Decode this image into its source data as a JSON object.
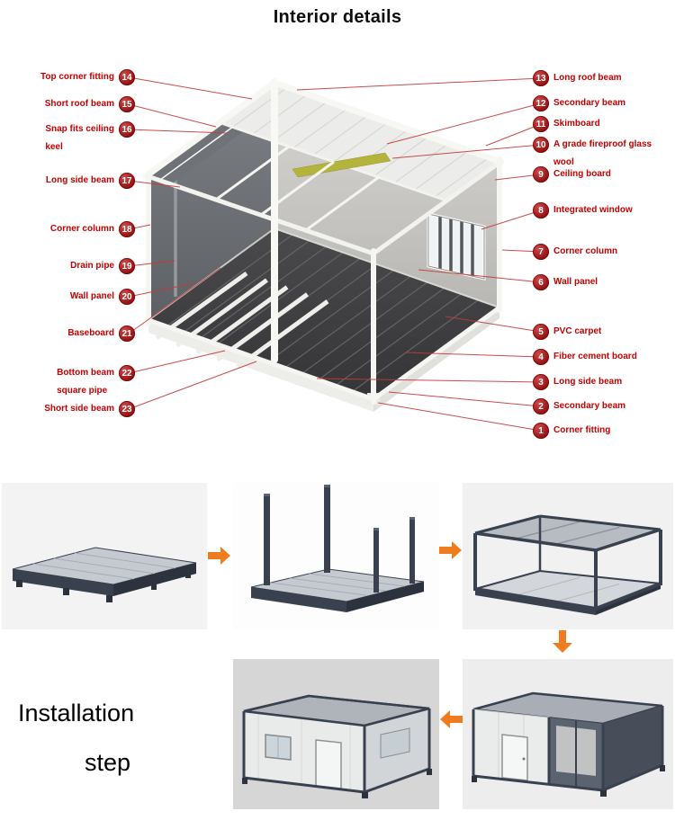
{
  "title": "Interior details",
  "colors": {
    "label_red": "#c40000",
    "badge_red": "#9b1111",
    "arrow_orange": "#f07d1d"
  },
  "icons": {
    "arrow_right": "block-arrow-right",
    "arrow_down": "block-arrow-down",
    "arrow_left": "block-arrow-left"
  },
  "callouts": {
    "left": [
      {
        "num": "14",
        "label": "Top corner fitting"
      },
      {
        "num": "15",
        "label": "Short roof beam"
      },
      {
        "num": "16",
        "label": "Snap fits ceiling\nkeel"
      },
      {
        "num": "17",
        "label": "Long side beam"
      },
      {
        "num": "18",
        "label": "Corner column"
      },
      {
        "num": "19",
        "label": "Drain pipe"
      },
      {
        "num": "20",
        "label": "Wall panel"
      },
      {
        "num": "21",
        "label": "Baseboard"
      },
      {
        "num": "22",
        "label": "Bottom beam\nsquare pipe"
      },
      {
        "num": "23",
        "label": "Short side beam"
      }
    ],
    "right": [
      {
        "num": "13",
        "label": "Long roof beam"
      },
      {
        "num": "12",
        "label": "Secondary beam"
      },
      {
        "num": "11",
        "label": "Skimboard"
      },
      {
        "num": "10",
        "label": "A grade fireproof glass\nwool"
      },
      {
        "num": "9",
        "label": "Ceiling board"
      },
      {
        "num": "8",
        "label": "Integrated window"
      },
      {
        "num": "7",
        "label": "Corner column"
      },
      {
        "num": "6",
        "label": "Wall panel"
      },
      {
        "num": "5",
        "label": "PVC carpet"
      },
      {
        "num": "4",
        "label": "Fiber cement board"
      },
      {
        "num": "3",
        "label": "Long side beam"
      },
      {
        "num": "2",
        "label": "Secondary beam"
      },
      {
        "num": "1",
        "label": "Corner fitting"
      }
    ]
  },
  "installation": {
    "line1": "Installation",
    "line2": "step"
  }
}
